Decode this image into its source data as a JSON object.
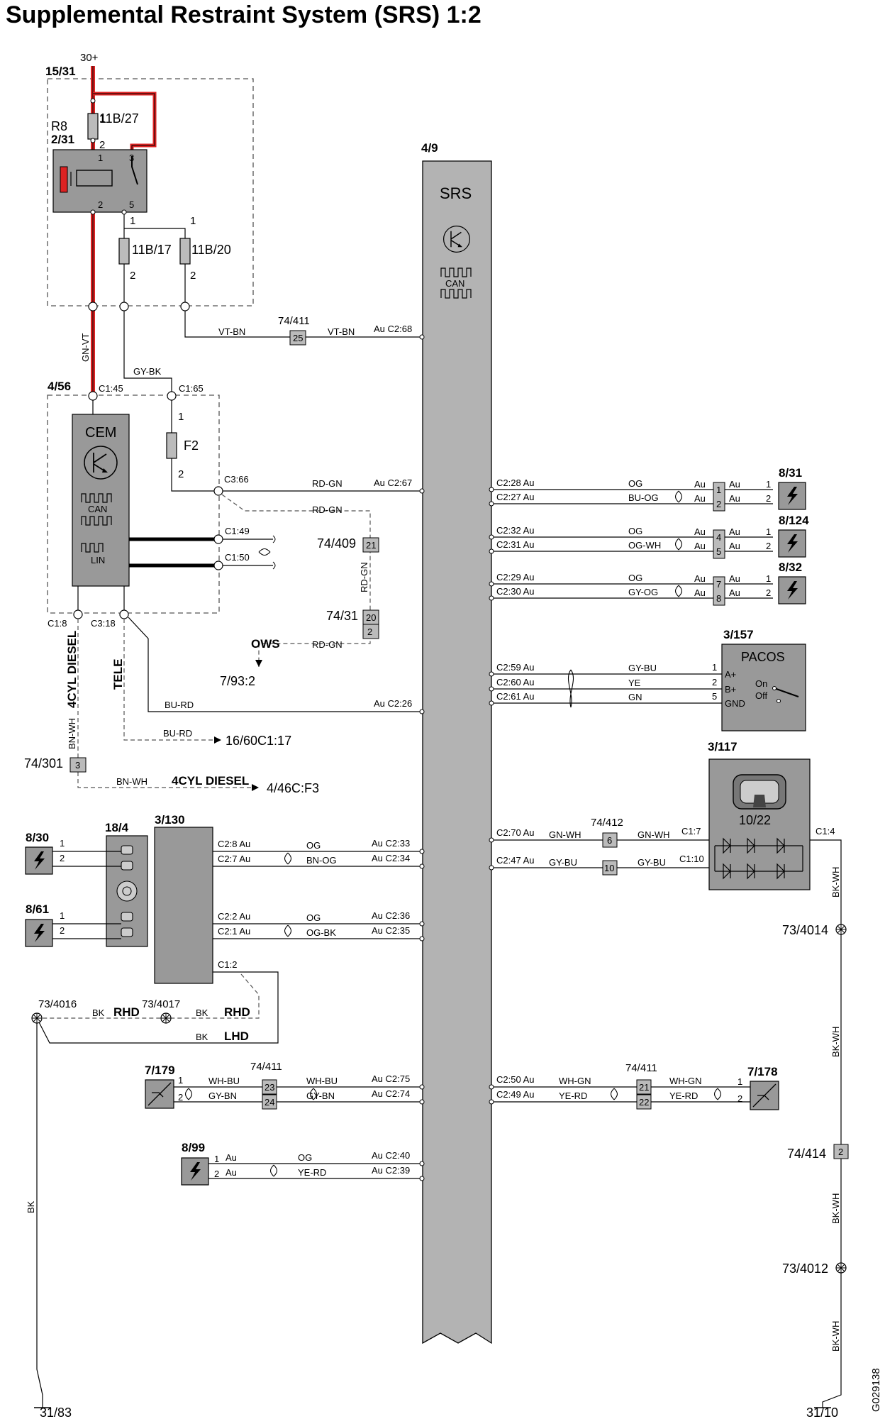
{
  "title": "Supplemental Restraint System (SRS) 1:2",
  "drawing_number": "G029138",
  "components": {
    "srs": {
      "ref": "4/9",
      "name": "SRS",
      "bus": "CAN"
    },
    "cem": {
      "ref": "4/56",
      "name": "CEM",
      "bus1": "CAN",
      "bus2": "LIN"
    },
    "relay": {
      "ref": "2/31",
      "name": "R8"
    },
    "power_box": {
      "ref": "15/31",
      "supply": "30+"
    },
    "fuse_11b27": "11B/27",
    "fuse_11b17": "11B/17",
    "fuse_11b20": "11B/20",
    "fuse_f2": "F2",
    "pacos": {
      "ref": "3/157",
      "name": "PACOS",
      "pins": [
        "A+",
        "B+",
        "GND"
      ],
      "on": "On",
      "off": "Off"
    },
    "indicator": {
      "ref": "3/117",
      "label": "10/22"
    },
    "seat_switch": "18/4",
    "seat_module": "3/130",
    "sensor_left": "7/179",
    "sensor_right": "7/178",
    "igniters": [
      "8/31",
      "8/124",
      "8/32",
      "8/30",
      "8/61",
      "8/99"
    ]
  },
  "labels": {
    "pins": {
      "p1": "1",
      "p2": "2",
      "p3": "3",
      "p4": "4",
      "p5": "5",
      "p7": "7",
      "p8": "8"
    },
    "ground": {
      "g4014": "73/4014",
      "g4016": "73/4016",
      "g4017": "73/4017",
      "g4012": "73/4012"
    },
    "terminals": {
      "t3183": "31/83",
      "t3110": "31/10"
    },
    "connectors": {
      "c411": "74/411",
      "c409": "74/409",
      "c31": "74/31",
      "c301": "74/301",
      "c412": "74/412",
      "c414": "74/414",
      "n25": "25",
      "n21": "21",
      "n20": "20",
      "n3": "3",
      "n6": "6",
      "n10": "10",
      "n23": "23",
      "n24": "24",
      "n22": "22"
    },
    "cem_pins": {
      "c145": "C1:45",
      "c165": "C1:65",
      "c366": "C3:66",
      "c149": "C1:49",
      "c150": "C1:50",
      "c18": "C1:8",
      "c318": "C3:18"
    },
    "srs_pins": {
      "c268": "Au C2:68",
      "c267": "Au C2:67",
      "c226": "Au C2:26",
      "c233": "Au C2:33",
      "c234": "Au C2:34",
      "c236": "Au C2:36",
      "c235": "Au C2:35",
      "c275": "Au C2:75",
      "c274": "Au C2:74",
      "c240": "Au C2:40",
      "c239": "Au C2:39",
      "c228": "C2:28 Au",
      "c227": "C2:27 Au",
      "c232": "C2:32 Au",
      "c231": "C2:31 Au",
      "c229": "C2:29 Au",
      "c230": "C2:30 Au",
      "c259": "C2:59 Au",
      "c260": "C2:60 Au",
      "c261": "C2:61 Au",
      "c270": "C2:70 Au",
      "c247": "C2:47 Au",
      "c250": "C2:50 Au",
      "c249": "C2:49 Au"
    },
    "misc_pins": {
      "m28": "C2:8 Au",
      "m27": "C2:7 Au",
      "m22": "C2:2 Au",
      "m21": "C2:1 Au",
      "m12": "C1:2",
      "i17": "C1:7",
      "i110": "C1:10",
      "i14": "C1:4"
    },
    "wires": {
      "gnvt": "GN-VT",
      "vtbn": "VT-BN",
      "gybk": "GY-BK",
      "rdgn": "RD-GN",
      "burd": "BU-RD",
      "bnwh": "BN-WH",
      "og": "OG",
      "buog": "BU-OG",
      "ogwh": "OG-WH",
      "gyog": "GY-OG",
      "gybu": "GY-BU",
      "ye": "YE",
      "gn": "GN",
      "gnwh": "GN-WH",
      "bnog": "BN-OG",
      "ogbk": "OG-BK",
      "whbu": "WH-BU",
      "gybn": "GY-BN",
      "whgn": "WH-GN",
      "yerd": "YE-RD",
      "bk": "BK",
      "bkwh": "BK-WH",
      "au": "Au"
    },
    "refs": {
      "ows": "OWS",
      "r793": "7/93:2",
      "tele": "TELE",
      "cyl1": "4CYL DIESEL",
      "cyl2": "4CYL DIESEL",
      "r1660": "16/60C1:17",
      "r446": "4/46C:F3",
      "rhd": "RHD",
      "lhd": "LHD"
    }
  }
}
